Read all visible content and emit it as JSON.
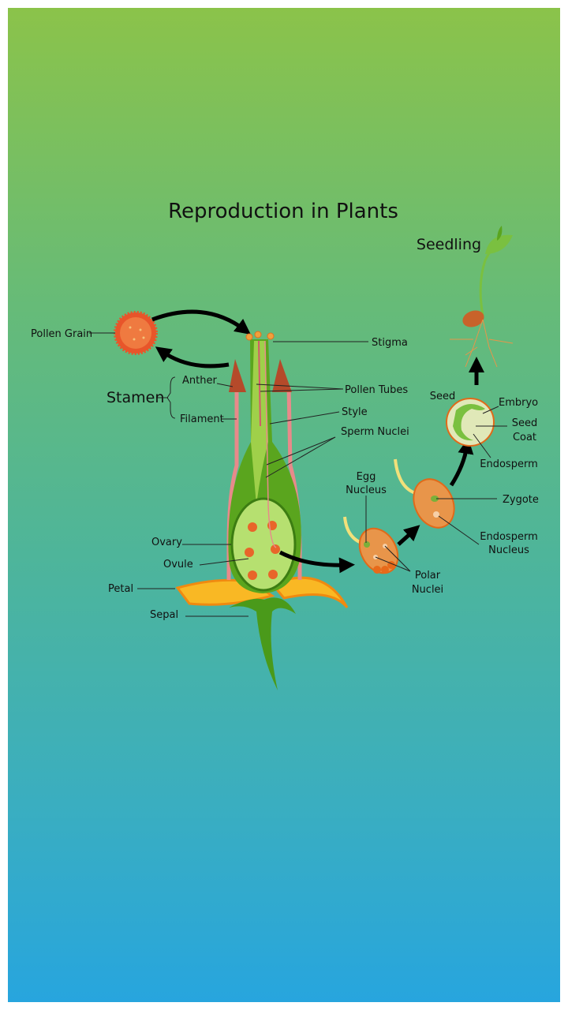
{
  "title": "Reproduction in Plants",
  "labels": {
    "seedling": "Seedling",
    "pollen_grain": "Pollen Grain",
    "stigma": "Stigma",
    "stamen": "Stamen",
    "anther": "Anther",
    "filament": "Filament",
    "pollen_tubes": "Pollen Tubes",
    "style": "Style",
    "sperm_nuclei": "Sperm Nuclei",
    "egg_nucleus_1": "Egg",
    "egg_nucleus_2": "Nucleus",
    "ovary": "Ovary",
    "ovule": "Ovule",
    "petal": "Petal",
    "sepal": "Sepal",
    "polar_nuclei_1": "Polar",
    "polar_nuclei_2": "Nuclei",
    "zygote": "Zygote",
    "endosperm_nucleus_1": "Endosperm",
    "endosperm_nucleus_2": "Nucleus",
    "endosperm": "Endosperm",
    "seed_coat_1": "Seed",
    "seed_coat_2": "Coat",
    "embryo": "Embryo",
    "seed": "Seed"
  },
  "colors": {
    "green_top": "#8bc34a",
    "blue_bottom": "#27a5de",
    "seed_orange": "#e8954a",
    "pollen": "#e8552a"
  }
}
